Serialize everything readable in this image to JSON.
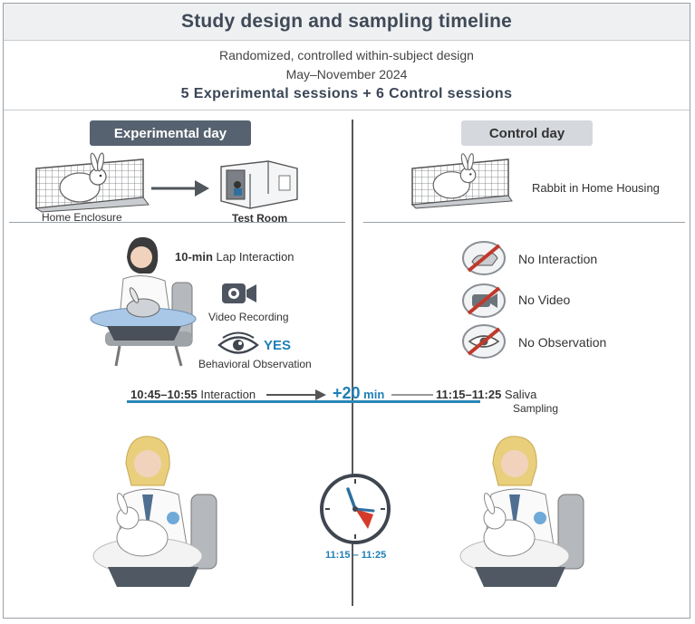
{
  "header": {
    "title": "Study design and sampling timeline",
    "line1": "Randomized, controlled within-subject design",
    "line2": "May–November 2024",
    "line3": "5 Experimental sessions + 6 Control sessions"
  },
  "experimental": {
    "tag": "Experimental day",
    "home_label": "Home Enclosure",
    "test_label": "Test Room",
    "interaction_bold": "10-min",
    "interaction_rest": " Lap Interaction",
    "video_label": "Video Recording",
    "yes_label": "YES",
    "observation_label": "Behavioral Observation"
  },
  "control": {
    "tag": "Control day",
    "home_label": "Rabbit in Home Housing",
    "no_interaction": "No Interaction",
    "no_video": "No Video",
    "no_observation": "No Observation"
  },
  "timeline": {
    "start_time": "10:45–10:55",
    "start_label": " Interaction",
    "delay": "+20",
    "delay_unit": " min",
    "end_time": "11:15–11:25",
    "end_label_1": " Saliva",
    "end_label_2": "Sampling"
  },
  "clock": {
    "label": "11:15 – 11:25"
  },
  "colors": {
    "accent_blue": "#1f7fb6",
    "dark_tag": "#56626f",
    "light_tag": "#d5d8dc",
    "no_red": "#c0392b",
    "clock_red": "#d63a2a"
  },
  "icons": [
    "rabbit-icon",
    "cage-icon",
    "arrow-right-icon",
    "test-room-icon",
    "video-camera-icon",
    "eye-icon",
    "no-interaction-icon",
    "no-video-icon",
    "no-observation-icon",
    "clock-icon"
  ]
}
